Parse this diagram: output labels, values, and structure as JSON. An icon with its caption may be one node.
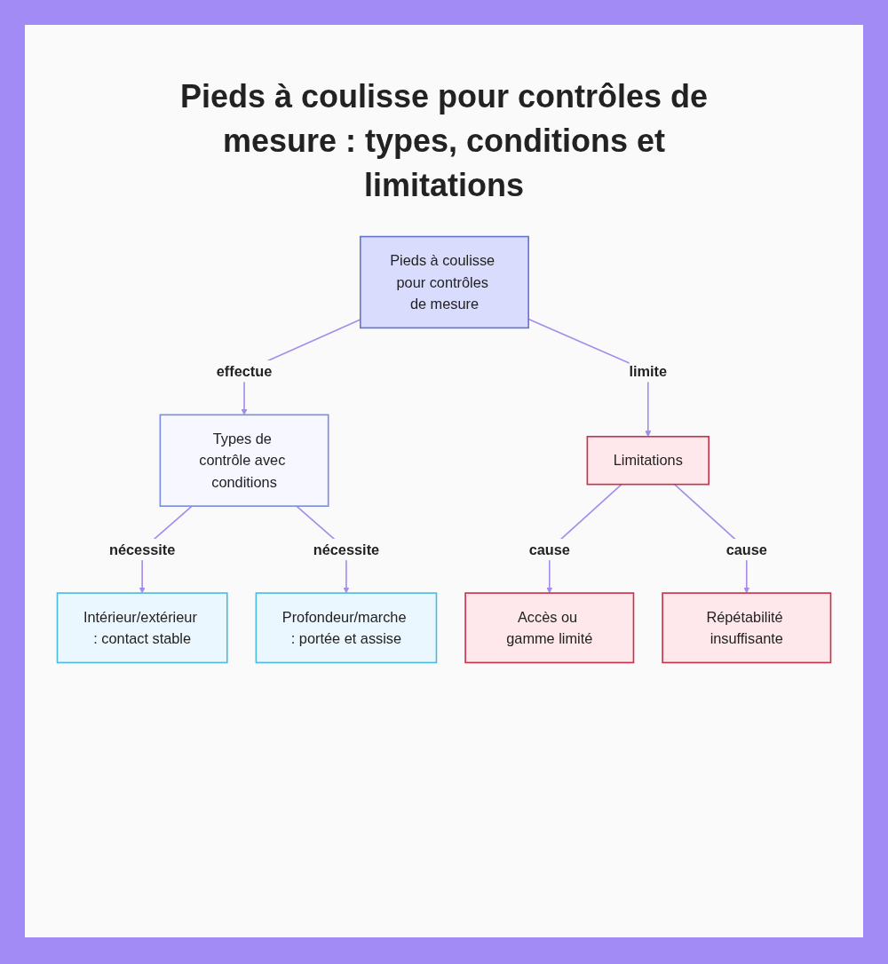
{
  "diagram": {
    "title": "Pieds à coulisse pour contrôles de mesure : types, conditions et limitations",
    "nodes": [
      {
        "text": [
          "Pieds à coulisse pour contrôles de mesure"
        ]
      },
      {
        "text": [
          "Types de contrôle avec conditions"
        ]
      },
      {
        "text": [
          "Limitations"
        ]
      },
      {
        "text": [
          "Intérieur/extérieur : contact stable"
        ]
      },
      {
        "text": [
          "Profondeur/marche : portée et assise"
        ]
      },
      {
        "text": [
          "Accès ou gamme limité"
        ]
      },
      {
        "text": [
          "Répétabilité insuffisante"
        ]
      }
    ],
    "edges": [
      {
        "from": 0,
        "to": 1,
        "arrow": "to",
        "label": "effectue"
      },
      {
        "from": 0,
        "to": 2,
        "arrow": "to",
        "label": "limite"
      },
      {
        "from": 1,
        "to": 3,
        "arrow": "to",
        "label": "nécessite"
      },
      {
        "from": 1,
        "to": 4,
        "arrow": "to",
        "label": "nécessite"
      },
      {
        "from": 2,
        "to": 5,
        "arrow": "to",
        "label": "cause"
      },
      {
        "from": 2,
        "to": 6,
        "arrow": "to",
        "label": "cause"
      }
    ]
  }
}
